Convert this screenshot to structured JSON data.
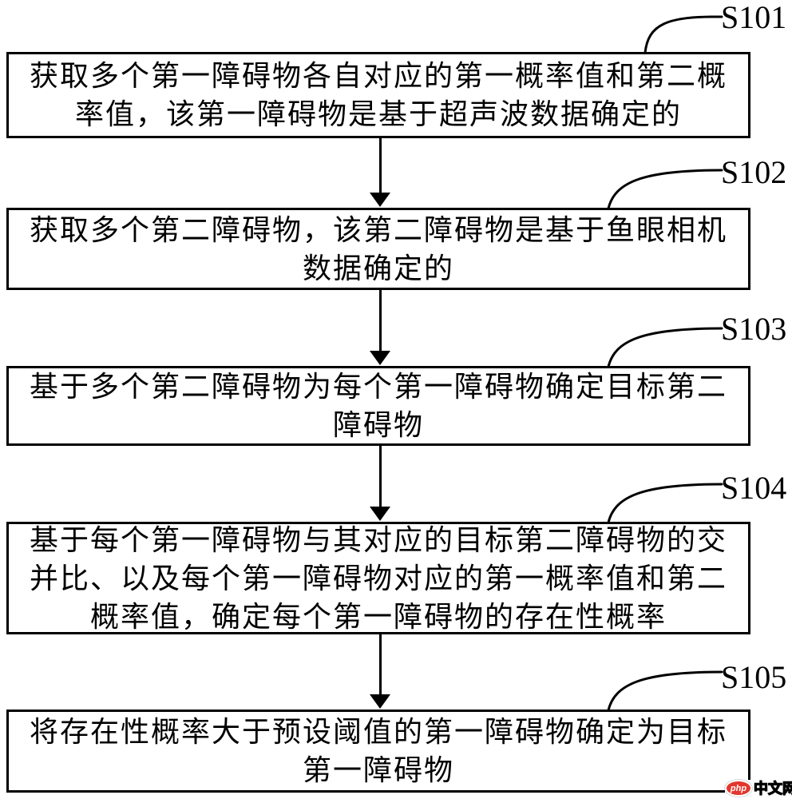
{
  "figure": {
    "title_hint": "flowchart of obstacle-detection method steps",
    "colors": {
      "line": "#000000",
      "background": "#ffffff",
      "watermark_red": "#e3372e"
    },
    "steps": [
      {
        "id": "S101",
        "text": "获取多个第一障碍物各自对应的第一概率值和第二概\n率值，该第一障碍物是基于超声波数据确定的"
      },
      {
        "id": "S102",
        "text": "获取多个第二障碍物，该第二障碍物是基于鱼眼相机\n数据确定的"
      },
      {
        "id": "S103",
        "text": "基于多个第二障碍物为每个第一障碍物确定目标第二\n障碍物"
      },
      {
        "id": "S104",
        "text": "基于每个第一障碍物与其对应的目标第二障碍物的交\n并比、以及每个第一障碍物对应的第一概率值和第二\n概率值，确定每个第一障碍物的存在性概率"
      },
      {
        "id": "S105",
        "text": "将存在性概率大于预设阈值的第一障碍物确定为目标\n第一障碍物"
      }
    ],
    "watermark": {
      "badge": "php",
      "text": "中文网"
    }
  }
}
